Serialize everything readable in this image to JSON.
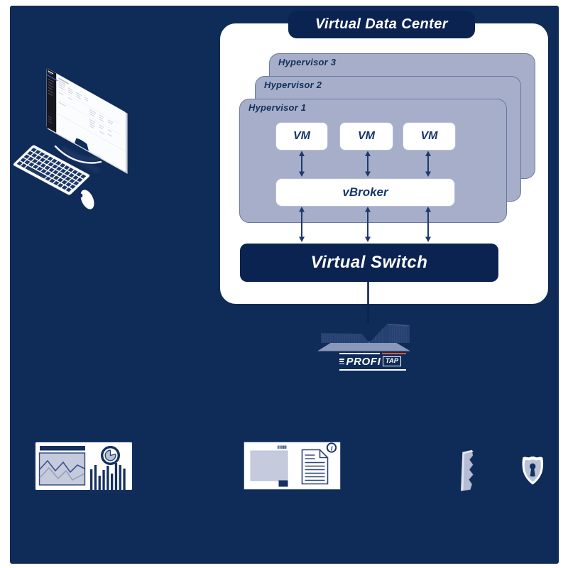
{
  "canvas": {
    "background": "#0f2b57",
    "margin_color": "#ffffff"
  },
  "vdc": {
    "title": "Virtual Data Center",
    "hypervisors": [
      {
        "label": "Hypervisor 3"
      },
      {
        "label": "Hypervisor 2"
      },
      {
        "label": "Hypervisor 1"
      }
    ],
    "vms": [
      {
        "label": "VM"
      },
      {
        "label": "VM"
      },
      {
        "label": "VM"
      }
    ],
    "vbroker_label": "vBroker",
    "virtual_switch_label": "Virtual Switch"
  },
  "brand": {
    "logo_prefix": "PROFI",
    "logo_suffix": "TAP",
    "accent_color": "#e0562a"
  },
  "illustrations": {
    "monitor": "isometric-monitor-dashboard-ui",
    "keyboard": "isometric-keyboard",
    "mouse": "computer-mouse",
    "appliance": "profitap-network-appliance",
    "dashboard_card": "analytics-dashboard",
    "document_card": "report-viewer",
    "document_info_glyph": "i",
    "tap_device": "tap-device-side-view",
    "shield": "security-shield-keyhole"
  },
  "palette": {
    "navy_background": "#0f2b57",
    "dark_navy_box": "#0b2350",
    "hypervisor_panel": "#a6aec9",
    "panel_border": "#6878a6",
    "text_navy": "#16356d",
    "light_panel": "#c5cbdd",
    "white": "#ffffff",
    "orange_accent": "#e0562a",
    "screen_sidebar": "#16171f",
    "screen_accent_blue": "#3766d8"
  }
}
